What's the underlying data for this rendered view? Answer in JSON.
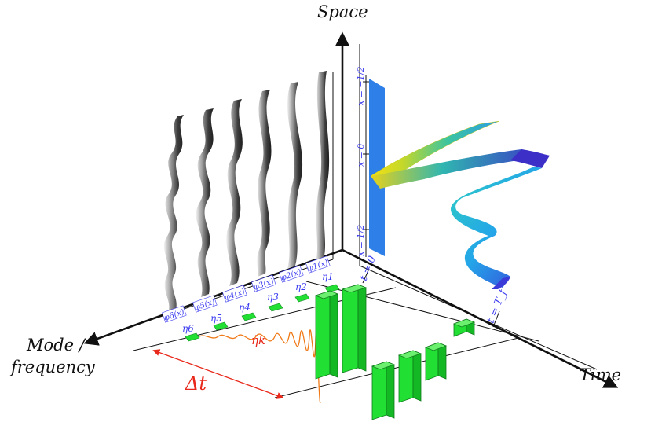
{
  "axes": {
    "space": "Space",
    "mode_line1": "Mode /",
    "mode_line2": "frequency",
    "time": "Time"
  },
  "space_labels": [
    "x = −1/2",
    "x = 0",
    "x = 1/2"
  ],
  "time_labels": [
    "t = 0",
    "t = T_f"
  ],
  "modes": [
    {
      "phi": "φ1(x)",
      "eta": "η1"
    },
    {
      "phi": "φ2(x)",
      "eta": "η2"
    },
    {
      "phi": "φ3(x)",
      "eta": "η3"
    },
    {
      "phi": "φ4(x)",
      "eta": "η4"
    },
    {
      "phi": "φ5(x)",
      "eta": "η5"
    },
    {
      "phi": "φ6(x)",
      "eta": "η6"
    }
  ],
  "annotations": {
    "delta_t": "Δt",
    "eta_dot": "η̇k"
  },
  "colors": {
    "axis": "#111111",
    "label_blue": "#3c3cf0",
    "space_bar": "#2f7fe8",
    "marker_green": "#22e033",
    "signal_red": "#e8281a",
    "signal_orange": "#f07a18"
  }
}
